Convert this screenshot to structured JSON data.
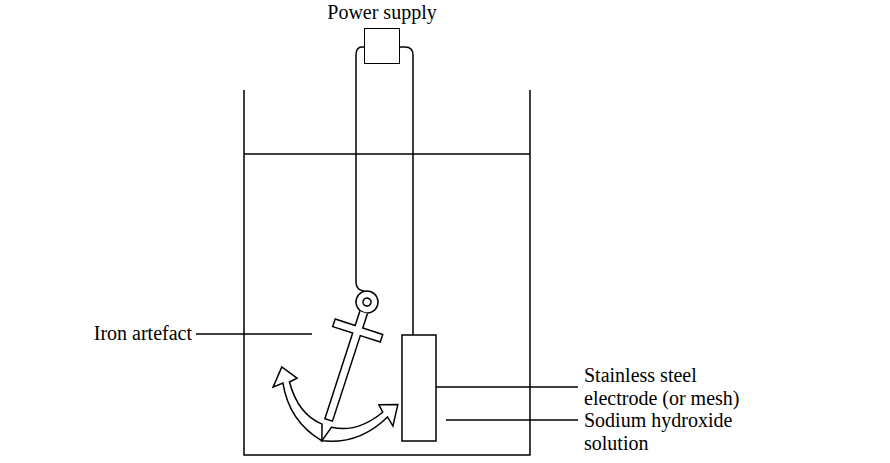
{
  "diagram": {
    "nodes": [
      {
        "text": [
          "Power supply"
        ]
      }
    ],
    "labels": [
      "Iron artefact",
      "Stainless steel electrode (or mesh)",
      "Sodium hydroxide solution"
    ]
  }
}
